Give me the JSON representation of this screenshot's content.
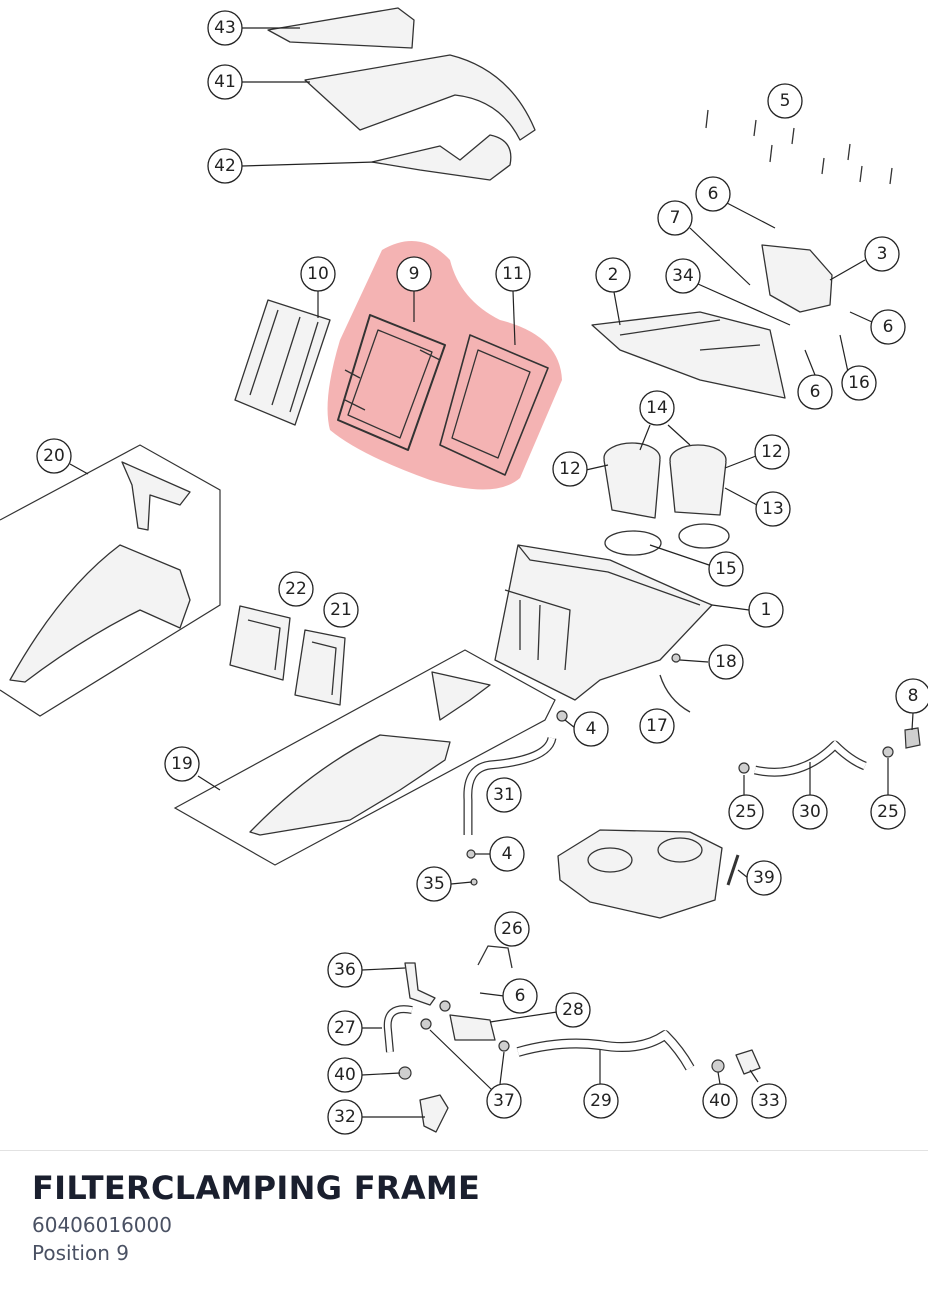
{
  "diagram": {
    "callouts": [
      "43",
      "41",
      "42",
      "5",
      "6",
      "7",
      "3",
      "34",
      "2",
      "6",
      "16",
      "6",
      "10",
      "9",
      "11",
      "14",
      "12",
      "12",
      "13",
      "15",
      "20",
      "22",
      "21",
      "1",
      "18",
      "17",
      "4",
      "8",
      "19",
      "31",
      "25",
      "30",
      "25",
      "4",
      "35",
      "39",
      "26",
      "36",
      "6",
      "28",
      "27",
      "40",
      "37",
      "29",
      "40",
      "33",
      "32"
    ],
    "highlighted_callout": "9",
    "colors": {
      "highlight": "#f09a9a",
      "line": "#333333",
      "title": "#1a1f2e",
      "subtext": "#4a5163"
    }
  },
  "part": {
    "title": "FILTERCLAMPING FRAME",
    "number": "60406016000",
    "position": "Position 9"
  }
}
